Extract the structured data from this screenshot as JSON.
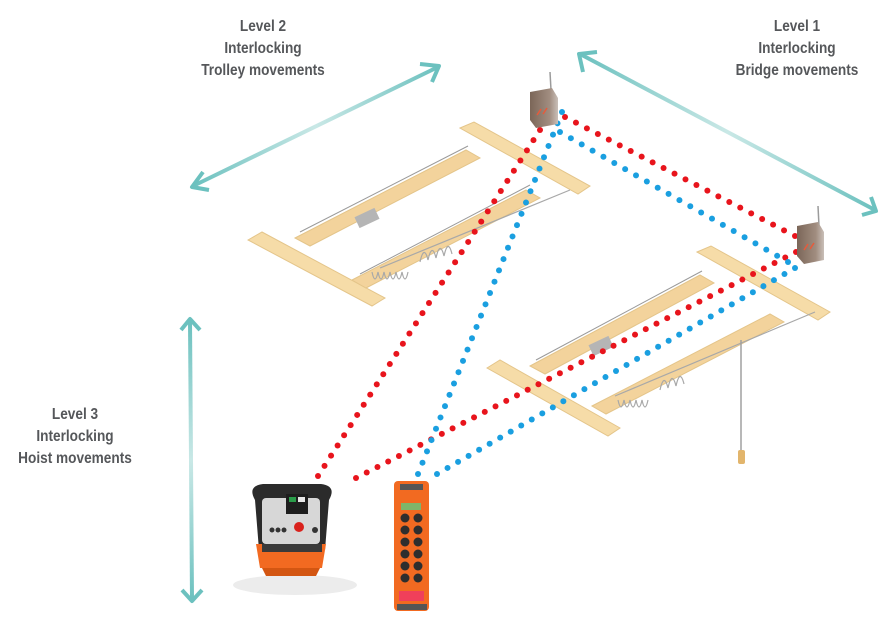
{
  "labels": {
    "level1": {
      "line1": "Level 1",
      "line2": "Interlocking",
      "line3": "Bridge movements"
    },
    "level2": {
      "line1": "Level 2",
      "line2": "Interlocking",
      "line3": "Trolley movements"
    },
    "level3": {
      "line1": "Level 3",
      "line2": "Interlocking",
      "line3": "Hoist movements"
    }
  },
  "colors": {
    "arrow": "#6cc1bf",
    "arrow_light": "#c5e6e4",
    "signal_red": "#e8141c",
    "signal_blue": "#1a9fe0",
    "crane": "#f6dca8",
    "crane_dark": "#e9c98c",
    "receiver": "#8a7668",
    "remote_orange": "#f26a21",
    "text": "#55575a"
  },
  "components": {
    "receivers": [
      "receiver-crane-1",
      "receiver-crane-2"
    ],
    "cranes": [
      "overhead-crane-1",
      "overhead-crane-2"
    ],
    "transmitters": [
      "joystick-transmitter",
      "pushbutton-transmitter"
    ]
  }
}
